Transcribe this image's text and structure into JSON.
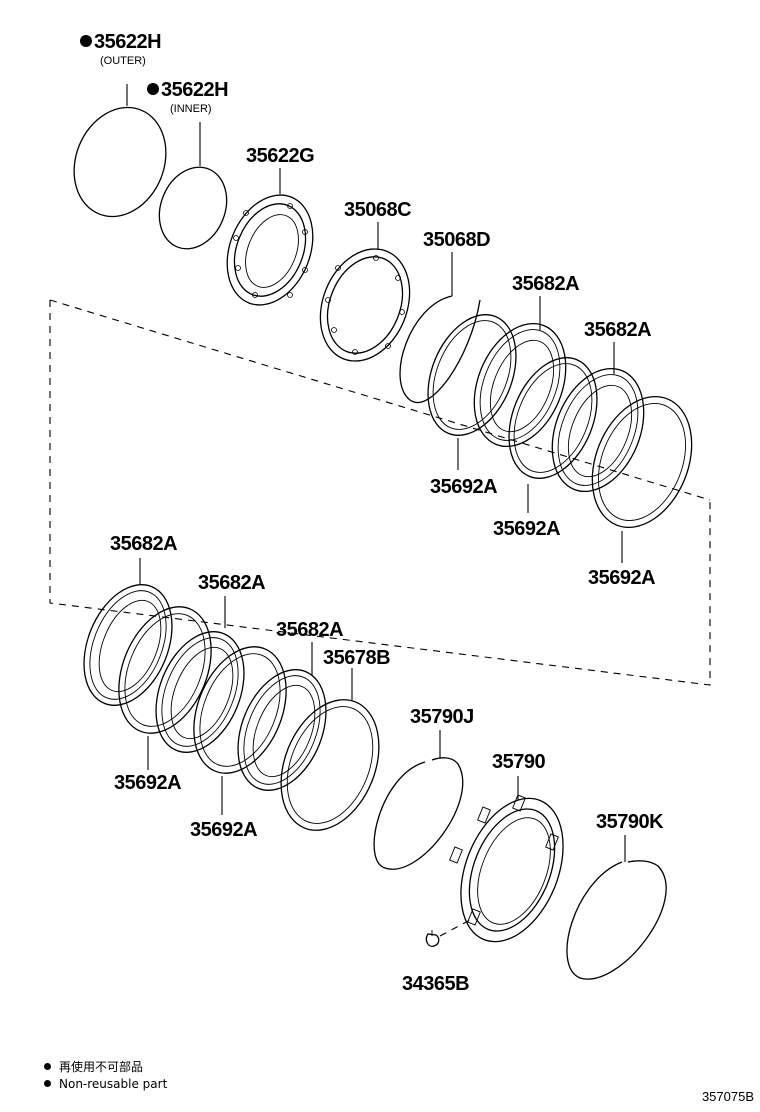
{
  "parts": [
    {
      "id": "o-ring-outer",
      "number": "35622H",
      "non_reusable": true,
      "note": "(OUTER)"
    },
    {
      "id": "o-ring-inner",
      "number": "35622H",
      "non_reusable": true,
      "note": "(INNER)"
    },
    {
      "id": "piston",
      "number": "35622G"
    },
    {
      "id": "spring-retainer",
      "number": "35068C"
    },
    {
      "id": "snap-ring-d",
      "number": "35068D"
    },
    {
      "id": "plate-upper-1",
      "number": "35682A"
    },
    {
      "id": "plate-upper-2",
      "number": "35682A"
    },
    {
      "id": "disc-upper-1",
      "number": "35692A"
    },
    {
      "id": "disc-upper-2",
      "number": "35692A"
    },
    {
      "id": "disc-upper-3",
      "number": "35692A"
    },
    {
      "id": "plate-lower-1",
      "number": "35682A"
    },
    {
      "id": "plate-lower-2",
      "number": "35682A"
    },
    {
      "id": "plate-lower-3",
      "number": "35682A"
    },
    {
      "id": "flange",
      "number": "35678B"
    },
    {
      "id": "disc-lower-1",
      "number": "35692A"
    },
    {
      "id": "disc-lower-2",
      "number": "35692A"
    },
    {
      "id": "snap-ring-j",
      "number": "35790J"
    },
    {
      "id": "clutch-drum",
      "number": "35790"
    },
    {
      "id": "snap-ring-k",
      "number": "35790K"
    },
    {
      "id": "pin",
      "number": "34365B"
    }
  ],
  "legend": {
    "symbol": "●",
    "line_jp": "再使用不可部品",
    "line_en": "Non-reusable part"
  },
  "illustration_code": "357075B"
}
